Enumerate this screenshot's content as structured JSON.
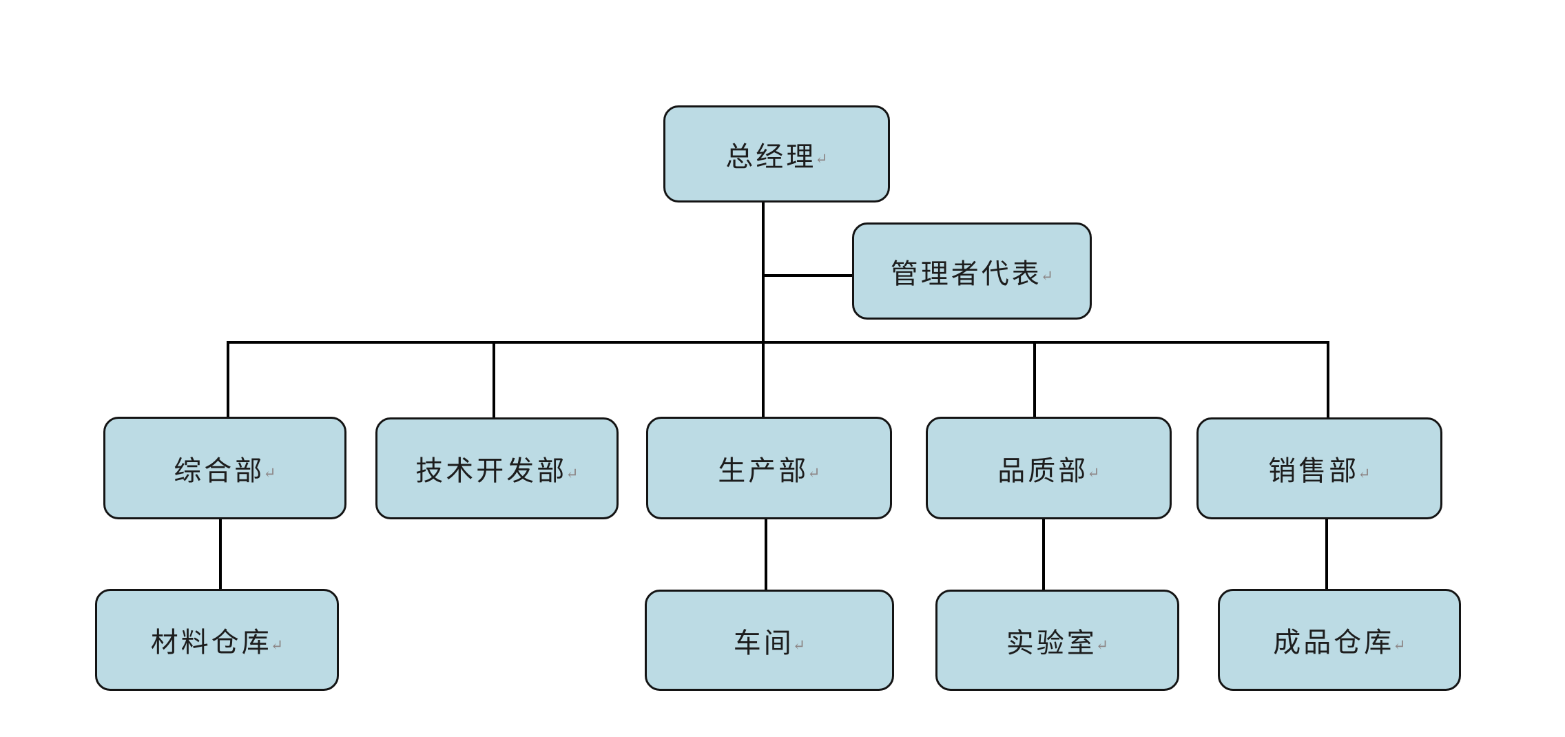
{
  "diagram": {
    "type": "org-chart",
    "paragraph_mark": "↵",
    "colors": {
      "background": "#ffffff",
      "node_fill": "#bcdbe4",
      "node_border": "#141414",
      "connector": "#000000",
      "text": "#1d1d1d",
      "paragraph_mark": "#8d8686"
    },
    "nodes": {
      "general_manager": {
        "label": "总经理"
      },
      "management_representative": {
        "label": "管理者代表"
      },
      "general_affairs": {
        "label": "综合部"
      },
      "tech_development": {
        "label": "技术开发部"
      },
      "production": {
        "label": "生产部"
      },
      "quality": {
        "label": "品质部"
      },
      "sales": {
        "label": "销售部"
      },
      "material_warehouse": {
        "label": "材料仓库"
      },
      "workshop": {
        "label": "车间"
      },
      "laboratory": {
        "label": "实验室"
      },
      "finished_warehouse": {
        "label": "成品仓库"
      }
    },
    "edges": [
      {
        "from": "general_manager",
        "to": "management_representative"
      },
      {
        "from": "general_manager",
        "to": "general_affairs"
      },
      {
        "from": "general_manager",
        "to": "tech_development"
      },
      {
        "from": "general_manager",
        "to": "production"
      },
      {
        "from": "general_manager",
        "to": "quality"
      },
      {
        "from": "general_manager",
        "to": "sales"
      },
      {
        "from": "general_affairs",
        "to": "material_warehouse"
      },
      {
        "from": "production",
        "to": "workshop"
      },
      {
        "from": "quality",
        "to": "laboratory"
      },
      {
        "from": "sales",
        "to": "finished_warehouse"
      }
    ]
  }
}
